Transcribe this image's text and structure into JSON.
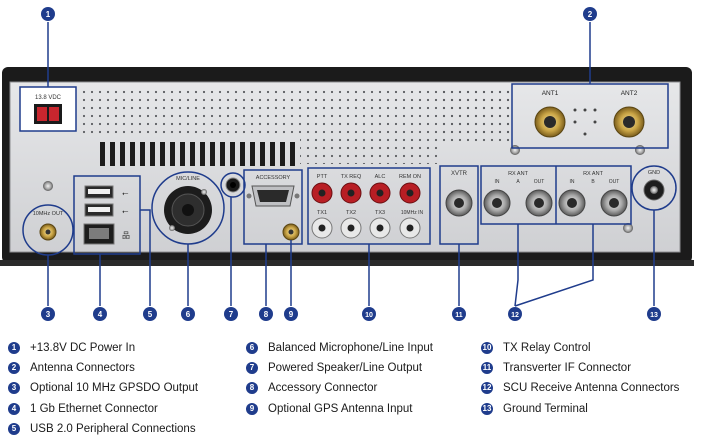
{
  "panel": {
    "power_label": "13.8 VDC",
    "gpsdo_label": "10MHz OUT",
    "ant1_label": "ANT1",
    "ant2_label": "ANT2",
    "accessory_label": "ACCESSORY",
    "mic_label": "MIC/LINE",
    "rca_top_labels": [
      "PTT",
      "TX REQ",
      "ALC",
      "REM ON"
    ],
    "rca_bottom_labels": [
      "TX1",
      "TX2",
      "TX3",
      "10MHz IN"
    ],
    "xvtr_label": "XVTR",
    "rx_ant_label": "RX ANT",
    "rxa_in": "IN",
    "rxa_a": "A",
    "rxa_out": "OUT",
    "rxb_in": "IN",
    "rxb_b": "B",
    "rxb_out": "OUT",
    "gnd_label": "GND",
    "usb_symbol": "⭠",
    "net_symbol": "品"
  },
  "callouts": [
    "1",
    "2",
    "3",
    "4",
    "5",
    "6",
    "7",
    "8",
    "9",
    "10",
    "11",
    "12",
    "13"
  ],
  "legend": {
    "col1": [
      {
        "num": "1",
        "text": "+13.8V DC Power In"
      },
      {
        "num": "2",
        "text": "Antenna Connectors"
      },
      {
        "num": "3",
        "text": "Optional 10 MHz GPSDO Output"
      },
      {
        "num": "4",
        "text": "1 Gb Ethernet Connector"
      },
      {
        "num": "5",
        "text": "USB 2.0 Peripheral Connections"
      }
    ],
    "col2": [
      {
        "num": "6",
        "text": "Balanced Microphone/Line Input"
      },
      {
        "num": "7",
        "text": "Powered Speaker/Line Output"
      },
      {
        "num": "8",
        "text": "Accessory Connector"
      },
      {
        "num": "9",
        "text": "Optional GPS Antenna Input"
      }
    ],
    "col3": [
      {
        "num": "10",
        "text": "TX Relay Control"
      },
      {
        "num": "11",
        "text": "Transverter IF Connector"
      },
      {
        "num": "12",
        "text": "SCU Receive Antenna Connectors"
      },
      {
        "num": "13",
        "text": "Ground Terminal"
      }
    ]
  },
  "colors": {
    "callout": "#1f3c8c",
    "chassis": "#1b1b1b",
    "panel": "#d9dadc",
    "rca_red": "#b81e24"
  }
}
